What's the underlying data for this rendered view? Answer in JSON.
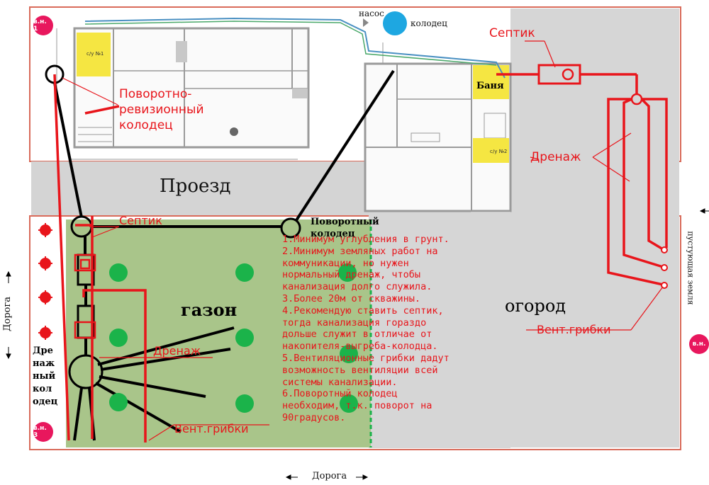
{
  "labels": {
    "pump": "насос",
    "well": "колодец",
    "septic_top": "Септик",
    "bath": "Баня",
    "su2": "с/у №2",
    "su1": "с/у №1",
    "drainage_right": "Дренаж",
    "rotary_inspection_well": "Поворотно-\nревизионный\nколодец",
    "driveway": "Проезд",
    "septic_left": "Септик",
    "rotary_well": "Поворотный\nколодец",
    "lawn": "газон",
    "garden": "огород",
    "vent_right": "Вент.грибки",
    "drainage_left": "Дренаж",
    "vent_left": "Вент.грибки",
    "drain_well": "Дре\nнаж\nный\nкол\nодец",
    "road_left": "Дорога",
    "road_bottom": "Дорога",
    "wasteland": "пустующая земля"
  },
  "badges": {
    "vn1": "в.н. 1",
    "vn2": "в.н.",
    "vn3": "в.н. 3"
  },
  "notes": [
    "1.Минимум углубления в грунт.",
    "2.Минимум земляных работ на",
    "коммуникации, но нужен",
    "нормальный дренаж, чтобы",
    "канализация долго служила.",
    "3.Более 20м от скважины.",
    "4.Рекомендую ставить септик,",
    "тогда канализация гораздо",
    "дольше служит в отличае от",
    "накопителя-выгреба-колодца.",
    "5.Вентиляционные грибки дадут",
    "возможность вентиляции всей",
    "системы канализации.",
    "6.Поворотный колодец",
    "необходим, т.к. поворот на",
    "90градусов."
  ],
  "colors": {
    "red": "#e8151b",
    "lawn": "#a9c58a",
    "gray": "#d4d4d4",
    "tree": "#1bb34a",
    "well_blue": "#1ea7e1",
    "yellow": "#f5e642",
    "badge": "#e8175d"
  }
}
